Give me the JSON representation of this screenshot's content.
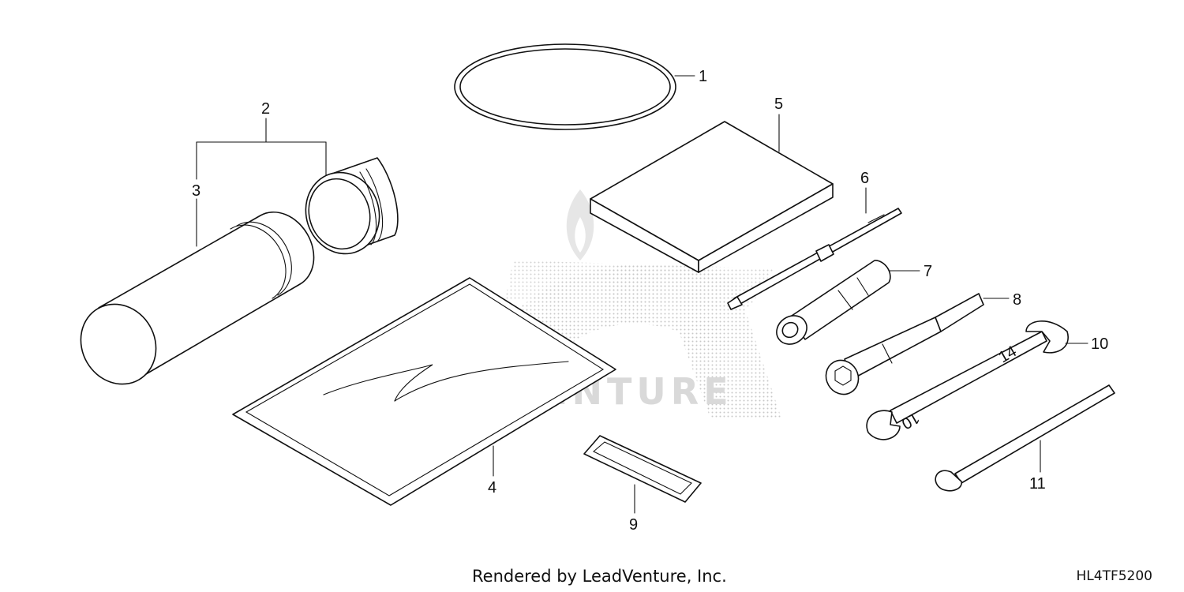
{
  "callouts": {
    "c1": "1",
    "c2": "2",
    "c3": "3",
    "c4": "4",
    "c5": "5",
    "c6": "6",
    "c7": "7",
    "c8": "8",
    "c9": "9",
    "c10": "10",
    "c11": "11"
  },
  "wrench_markings": {
    "large": "14",
    "small": "10"
  },
  "watermark": "LEADVENTURE",
  "footer": {
    "credit": "Rendered by LeadVenture, Inc.",
    "diagram_code": "HL4TF5200"
  }
}
